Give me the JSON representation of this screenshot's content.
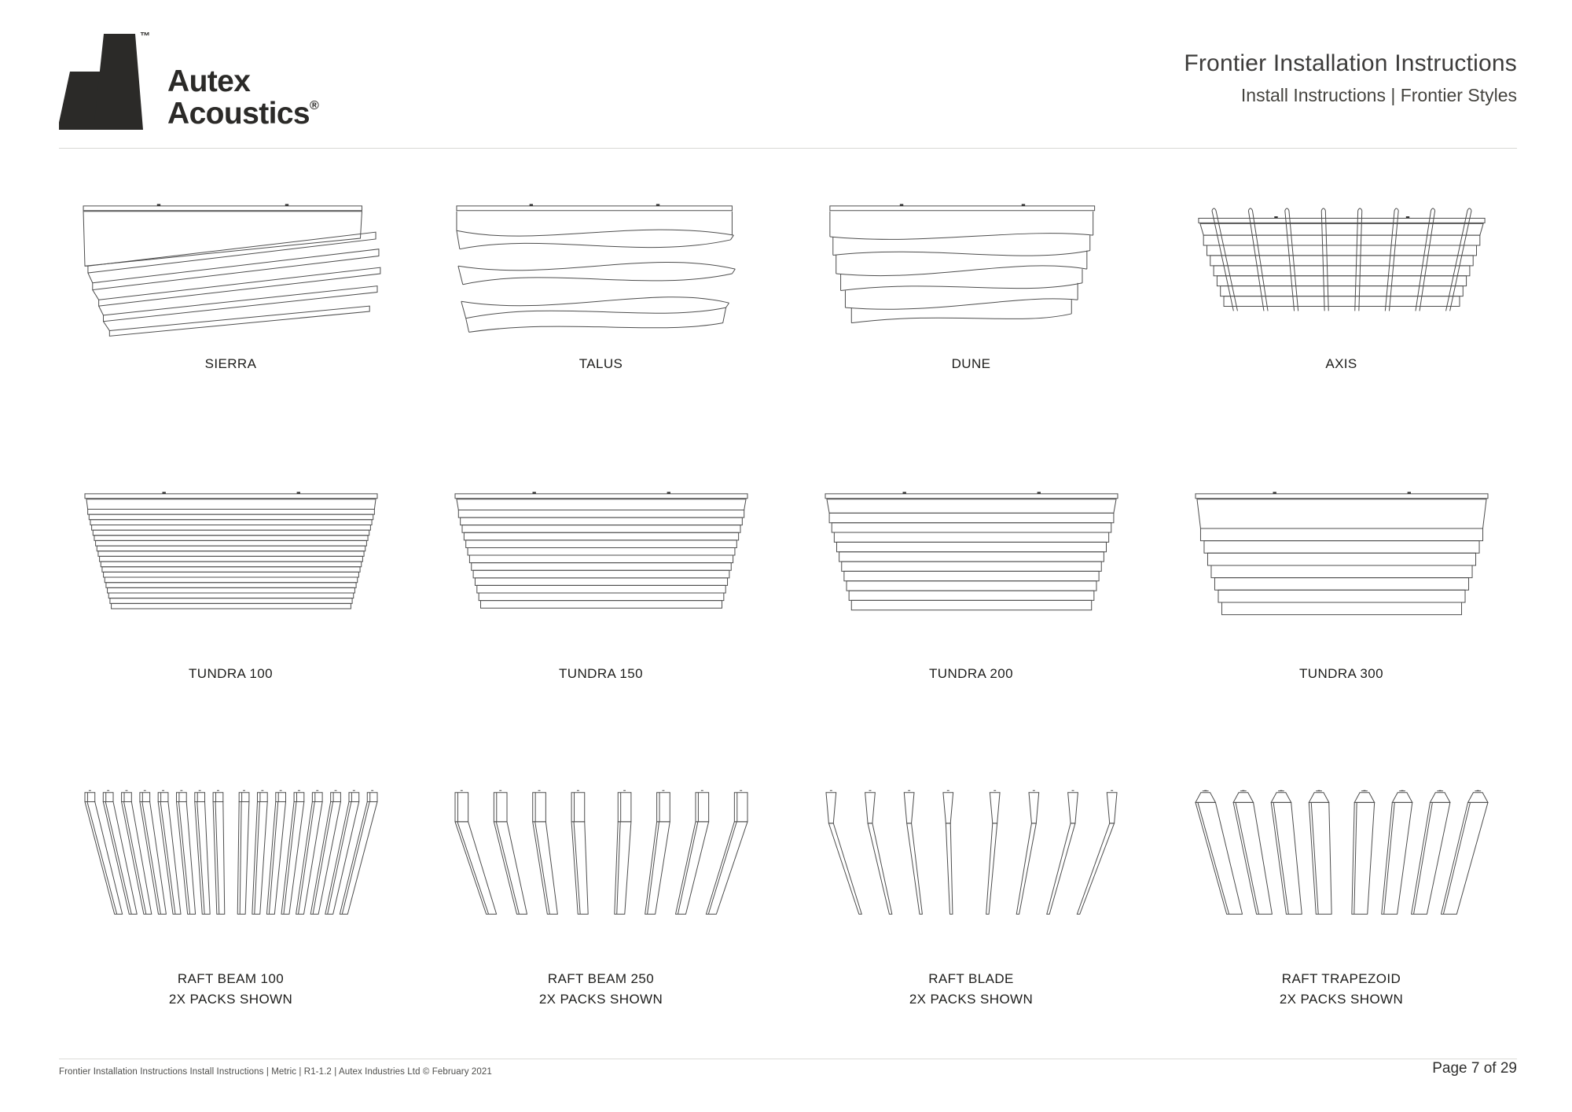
{
  "header": {
    "brand_line1": "Autex",
    "brand_line2": "Acoustics",
    "brand_reg": "®",
    "brand_tm": "™",
    "title": "Frontier Installation Instructions",
    "subtitle": "Install Instructions | Frontier Styles"
  },
  "styles": [
    {
      "name": "SIERRA",
      "note": "",
      "art": {
        "kind": "sierra"
      }
    },
    {
      "name": "TALUS",
      "note": "",
      "art": {
        "kind": "talus"
      }
    },
    {
      "name": "DUNE",
      "note": "",
      "art": {
        "kind": "dune"
      }
    },
    {
      "name": "AXIS",
      "note": "",
      "art": {
        "kind": "axis",
        "fins": 8,
        "slats": 7
      }
    },
    {
      "name": "TUNDRA 100",
      "note": "",
      "art": {
        "kind": "tundra",
        "slats": 19,
        "slatH": 6.8,
        "topPanel": 13,
        "taper": 1.7
      }
    },
    {
      "name": "TUNDRA 150",
      "note": "",
      "art": {
        "kind": "tundra",
        "slats": 13,
        "slatH": 9.8,
        "topPanel": 14,
        "taper": 2.4
      }
    },
    {
      "name": "TUNDRA 200",
      "note": "",
      "art": {
        "kind": "tundra",
        "slats": 10,
        "slatH": 12.6,
        "topPanel": 18,
        "taper": 3.2
      }
    },
    {
      "name": "TUNDRA 300",
      "note": "",
      "art": {
        "kind": "tundra",
        "slats": 7,
        "slatH": 16,
        "topPanel": 38,
        "taper": 4.6
      }
    },
    {
      "name": "RAFT BEAM 100",
      "note": "2X PACKS SHOWN",
      "art": {
        "kind": "raft",
        "count": 16,
        "cap": "square",
        "bw": 13,
        "capH": 12,
        "fan": 38
      }
    },
    {
      "name": "RAFT BEAM 250",
      "note": "2X PACKS SHOWN",
      "art": {
        "kind": "raft",
        "count": 8,
        "cap": "tall",
        "bw": 17,
        "capH": 38,
        "fan": 40
      }
    },
    {
      "name": "RAFT BLADE",
      "note": "2X PACKS SHOWN",
      "art": {
        "kind": "raft",
        "count": 8,
        "cap": "blade",
        "bw": 15,
        "capH": 40,
        "fan": 42
      }
    },
    {
      "name": "RAFT TRAPEZOID",
      "note": "2X PACKS SHOWN",
      "art": {
        "kind": "raft",
        "count": 8,
        "cap": "trap",
        "bw": 26,
        "capH": 13,
        "fan": 40
      }
    }
  ],
  "footer": {
    "left": "Frontier Installation Instructions Install Instructions | Metric |  R1-1.2 | Autex Industries Ltd © February 2021",
    "page": "Page 7 of 29"
  },
  "colors": {
    "ink": "#2b2a28",
    "line": "#4d4d4d",
    "rule": "#d8d8d4"
  }
}
